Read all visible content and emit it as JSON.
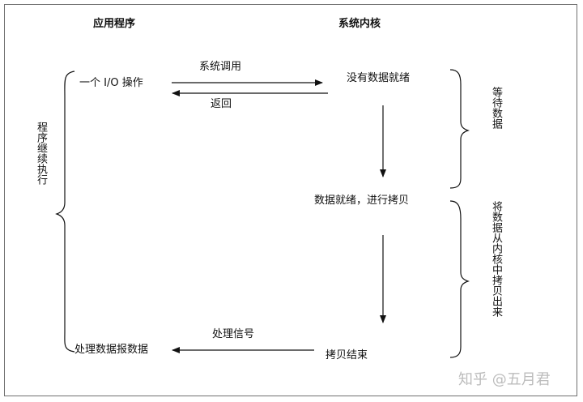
{
  "headers": {
    "app": "应用程序",
    "kernel": "系统内核"
  },
  "app_side": {
    "io_operation": "一个 I/O 操作",
    "process_data": "处理数据报数据",
    "continue_exec": "程序继续执行"
  },
  "kernel_side": {
    "no_data": "没有数据就绪",
    "data_ready": "数据就绪，进行拷贝",
    "copy_done": "拷贝结束"
  },
  "arrows": {
    "syscall": "系统调用",
    "return": "返回",
    "signal": "处理信号"
  },
  "phases": {
    "wait": "等待数据",
    "copy": "将数据从内核中拷贝出来"
  },
  "watermark": "知乎 @五月君"
}
